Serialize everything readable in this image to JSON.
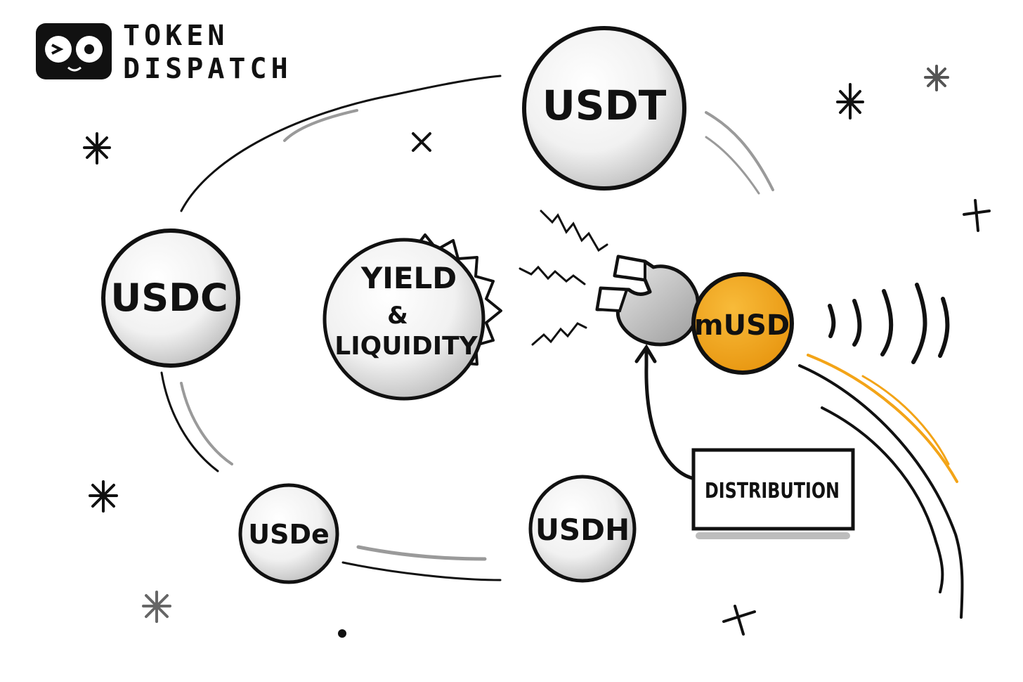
{
  "brand": {
    "line1": "TOKEN",
    "line2": "DISPATCH",
    "logo_icon": "goggle-eyes-logo-icon"
  },
  "center": {
    "line1": "YIELD",
    "line2": "&",
    "line3": "LIQUIDITY"
  },
  "planets": {
    "usdt": "USDT",
    "usdc": "USDC",
    "usde": "USDe",
    "usdh": "USDH"
  },
  "mover": {
    "label": "mUSD",
    "color": "#f3a417",
    "magnet_icon": "magnet-icon"
  },
  "distribution": {
    "label": "DISTRIBUTION"
  },
  "colors": {
    "ink": "#111111",
    "shade": "#9a9a9a",
    "accent": "#f3a417"
  }
}
